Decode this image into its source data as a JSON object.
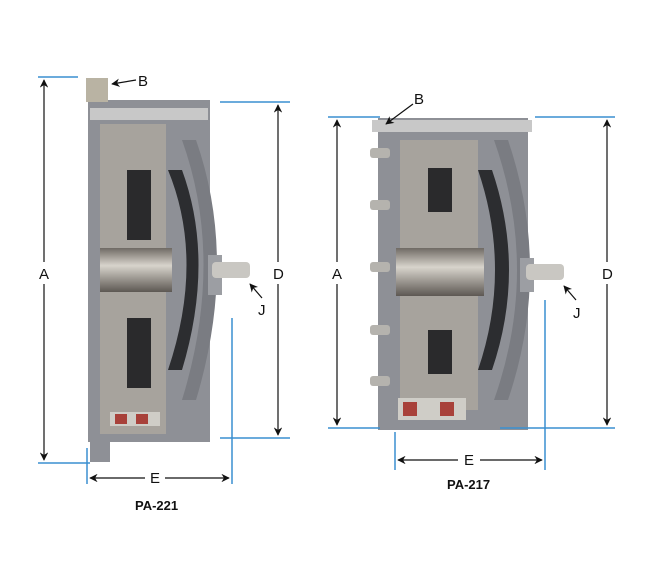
{
  "colors": {
    "dimension_line": "#3a8fd0",
    "body": "#8d8f94",
    "body_dark": "#6c6e73",
    "face": "#a9a7a2",
    "spring": "#a8413a",
    "disc": "#2c2d30"
  },
  "left_unit": {
    "caption": "PA-221",
    "labels": {
      "a": "A",
      "b": "B",
      "d": "D",
      "e": "E",
      "j": "J"
    }
  },
  "right_unit": {
    "caption": "PA-217",
    "labels": {
      "a": "A",
      "b": "B",
      "d": "D",
      "e": "E",
      "j": "J"
    }
  }
}
